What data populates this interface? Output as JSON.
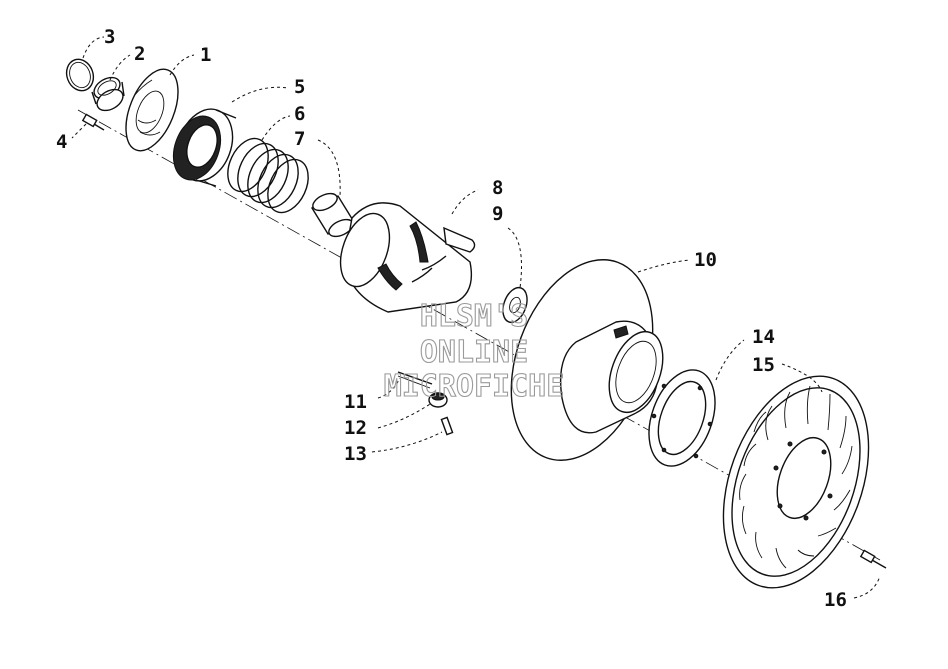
{
  "watermark": {
    "line1": "HLSM'S",
    "line2": "ONLINE",
    "line3": "MICROFICHE"
  },
  "callouts": {
    "c1": "1",
    "c2": "2",
    "c3": "3",
    "c4": "4",
    "c5": "5",
    "c6": "6",
    "c7": "7",
    "c8": "8",
    "c9": "9",
    "c10": "10",
    "c11": "11",
    "c12": "12",
    "c13": "13",
    "c14": "14",
    "c15": "15",
    "c16": "16"
  }
}
